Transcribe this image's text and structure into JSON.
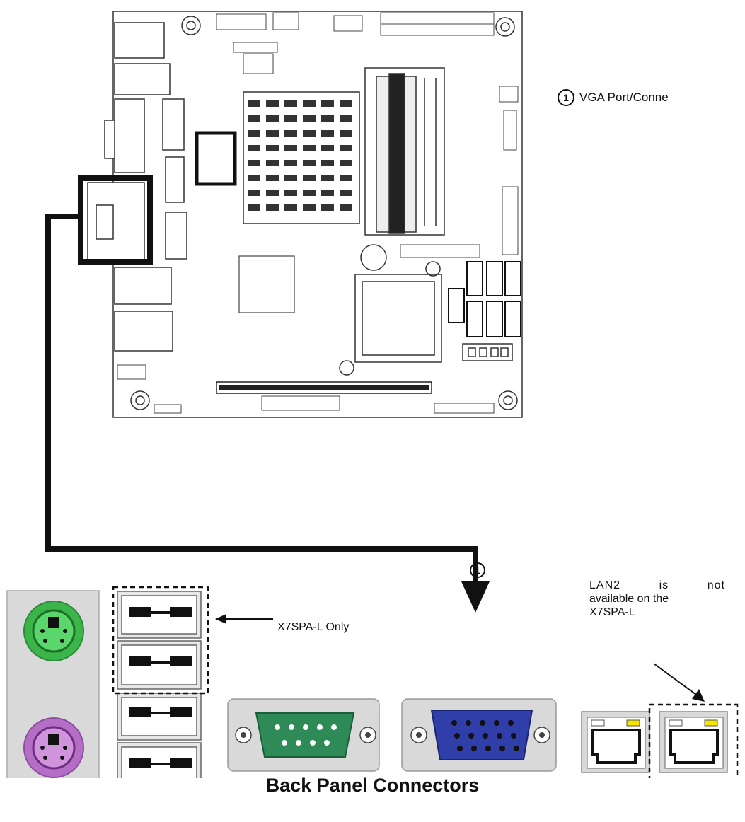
{
  "legend": {
    "number": "1",
    "label": "VGA Port/Conne"
  },
  "callout_number": "1",
  "usb_note": "X7SPA-L Only",
  "lan_note": {
    "line1": "LAN2 is not",
    "line2": "available on the",
    "line3": "X7SPA-L"
  },
  "title": "Back Panel Connectors",
  "colors": {
    "ps2_keyboard": "#3bb54a",
    "ps2_mouse": "#b46ec6",
    "serial_port": "#2e8b57",
    "vga_port": "#2f3ea8",
    "lan_led": "#f2e600",
    "panel_gray": "#d9d9d9"
  },
  "icons": [
    "arrow-left-icon",
    "arrow-down-icon",
    "arrow-diagonal-icon"
  ]
}
